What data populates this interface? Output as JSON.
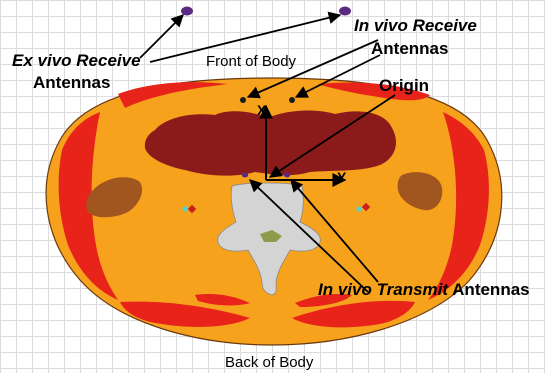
{
  "labels": {
    "ex_vivo_receive_1": "Ex vivo Receive",
    "ex_vivo_receive_2": "Antennas",
    "in_vivo_receive_1": "In vivo Receive",
    "in_vivo_receive_2": "Antennas",
    "front_of_body": "Front of Body",
    "back_of_body": "Back of Body",
    "origin": "Origin",
    "axis_x": "X",
    "axis_y": "Y",
    "in_vivo_transmit_prefix": "In vivo Transmit",
    "in_vivo_transmit_suffix": " Antennas"
  },
  "colors": {
    "body_fat": "#f7a21c",
    "muscle": "#e8241a",
    "organ_dark": "#8b1a1a",
    "bone": "#d4d4d4",
    "kidney": "#a0561e",
    "antenna": "#5a2a82",
    "vessel_cyan": "#4fd3d3",
    "vessel_red": "#c8201a"
  }
}
